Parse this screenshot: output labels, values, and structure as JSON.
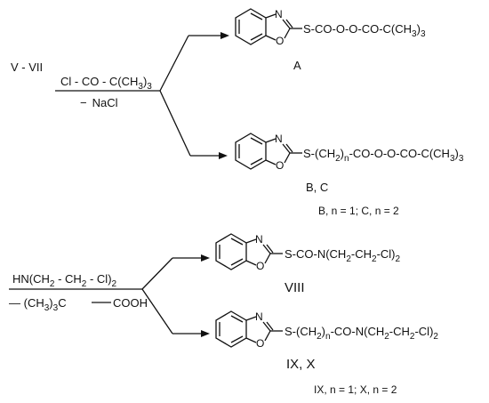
{
  "reaction1": {
    "start_label": "V - VII",
    "reagent": {
      "main": "Cl - CO - C(CH",
      "sub": "3",
      "tail": ")",
      "sub2": "3"
    },
    "byproduct": "NaCl",
    "byproduct_sign": "−"
  },
  "product_A": {
    "ring_N": "N",
    "ring_O": "O",
    "chain": {
      "main": "S-CO-O-O-CO-C(CH",
      "sub": "3",
      "tail": ")",
      "sub2": "3"
    },
    "label": "A"
  },
  "product_BC": {
    "ring_N": "N",
    "ring_O": "O",
    "chain": {
      "p1": "S-(CH",
      "s1": "2",
      "p2": ")",
      "s2": "n",
      "p3": "-CO-O-O-CO-C(CH",
      "s3": "3",
      "p4": ")",
      "s4": "3"
    },
    "label": "B, C",
    "note": "B, n = 1; C, n = 2"
  },
  "reaction2": {
    "reagent": {
      "p1": "HN(CH",
      "s1": "2",
      "p2": " - CH",
      "s2": "2",
      "p3": " - Cl)",
      "s3": "2"
    },
    "byproduct": {
      "sign": "—",
      "p1": " (CH",
      "s1": "3",
      "p2": ")",
      "s2": "3",
      "p3": "C",
      "p4": "COOH"
    }
  },
  "product_VIII": {
    "ring_N": "N",
    "ring_O": "O",
    "chain": {
      "p1": "S-CO-N(CH",
      "s1": "2",
      "p2": "-CH",
      "s2": "2",
      "p3": "-Cl)",
      "s3": "2"
    },
    "label": "VIII"
  },
  "product_IXX": {
    "ring_N": "N",
    "ring_O": "O",
    "chain": {
      "p1": "S-(CH",
      "s1": "2",
      "p2": ")",
      "s2": "n",
      "p3": "-CO-N(CH",
      "s3": "2",
      "p4": "-CH",
      "s4": "2",
      "p5": "-Cl)",
      "s5": "2"
    },
    "label": "IX, X",
    "note": "IX, n = 1; X, n = 2"
  }
}
